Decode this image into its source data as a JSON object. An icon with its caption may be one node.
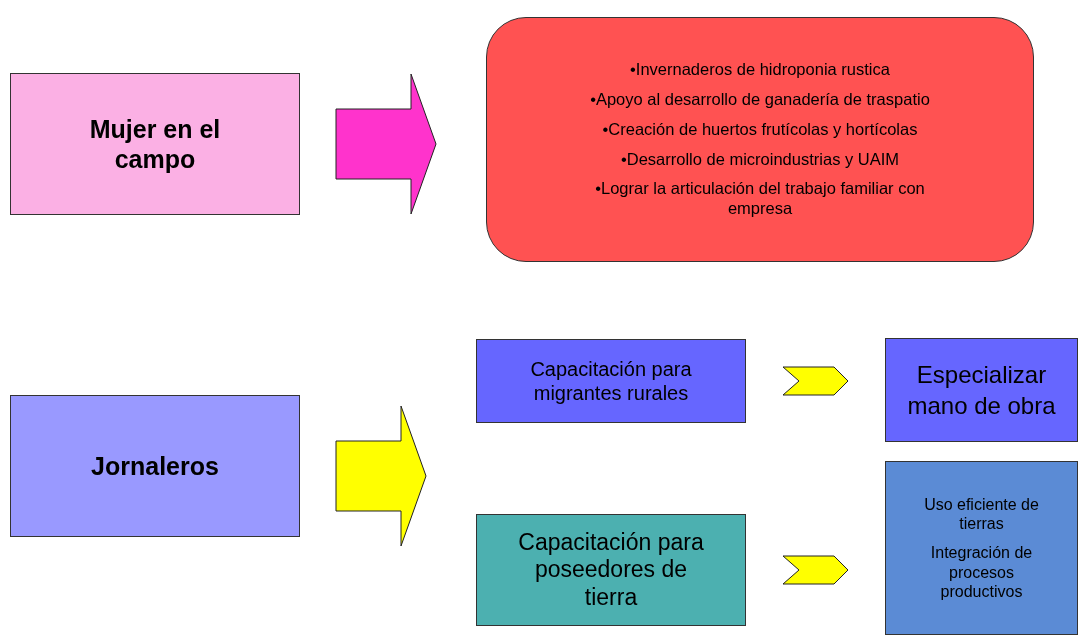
{
  "diagram": {
    "nodes": [
      {
        "text": [
          "Mujer en el campo"
        ]
      },
      {
        "text": [
          "•Invernaderos de hidroponia rustica",
          "•Apoyo al desarrollo de ganadería de traspatio",
          "•Creación de huertos frutícolas y hortícolas",
          "•Desarrollo de microindustrias y UAIM",
          "•Lograr la articulación del trabajo familiar con empresa"
        ]
      },
      {
        "text": [
          "Jornaleros"
        ]
      },
      {
        "text": [
          "Capacitación para migrantes rurales"
        ]
      },
      {
        "text": [
          "Capacitación para poseedores de tierra"
        ]
      },
      {
        "text": [
          "Especializar mano de obra"
        ]
      },
      {
        "text": [
          "Uso eficiente de tierras",
          "Integración de procesos productivos"
        ]
      }
    ],
    "edges": [
      {
        "from": 0,
        "to": 1,
        "arrow": "to",
        "style": "thick",
        "color": "#ff33cc"
      },
      {
        "from": 2,
        "to": 3,
        "arrow": "to",
        "style": "thick"
      },
      {
        "from": 2,
        "to": 4,
        "arrow": "to",
        "style": "thick"
      },
      {
        "from": 3,
        "to": 5,
        "arrow": "to"
      },
      {
        "from": 4,
        "to": 6,
        "arrow": "to"
      }
    ]
  }
}
